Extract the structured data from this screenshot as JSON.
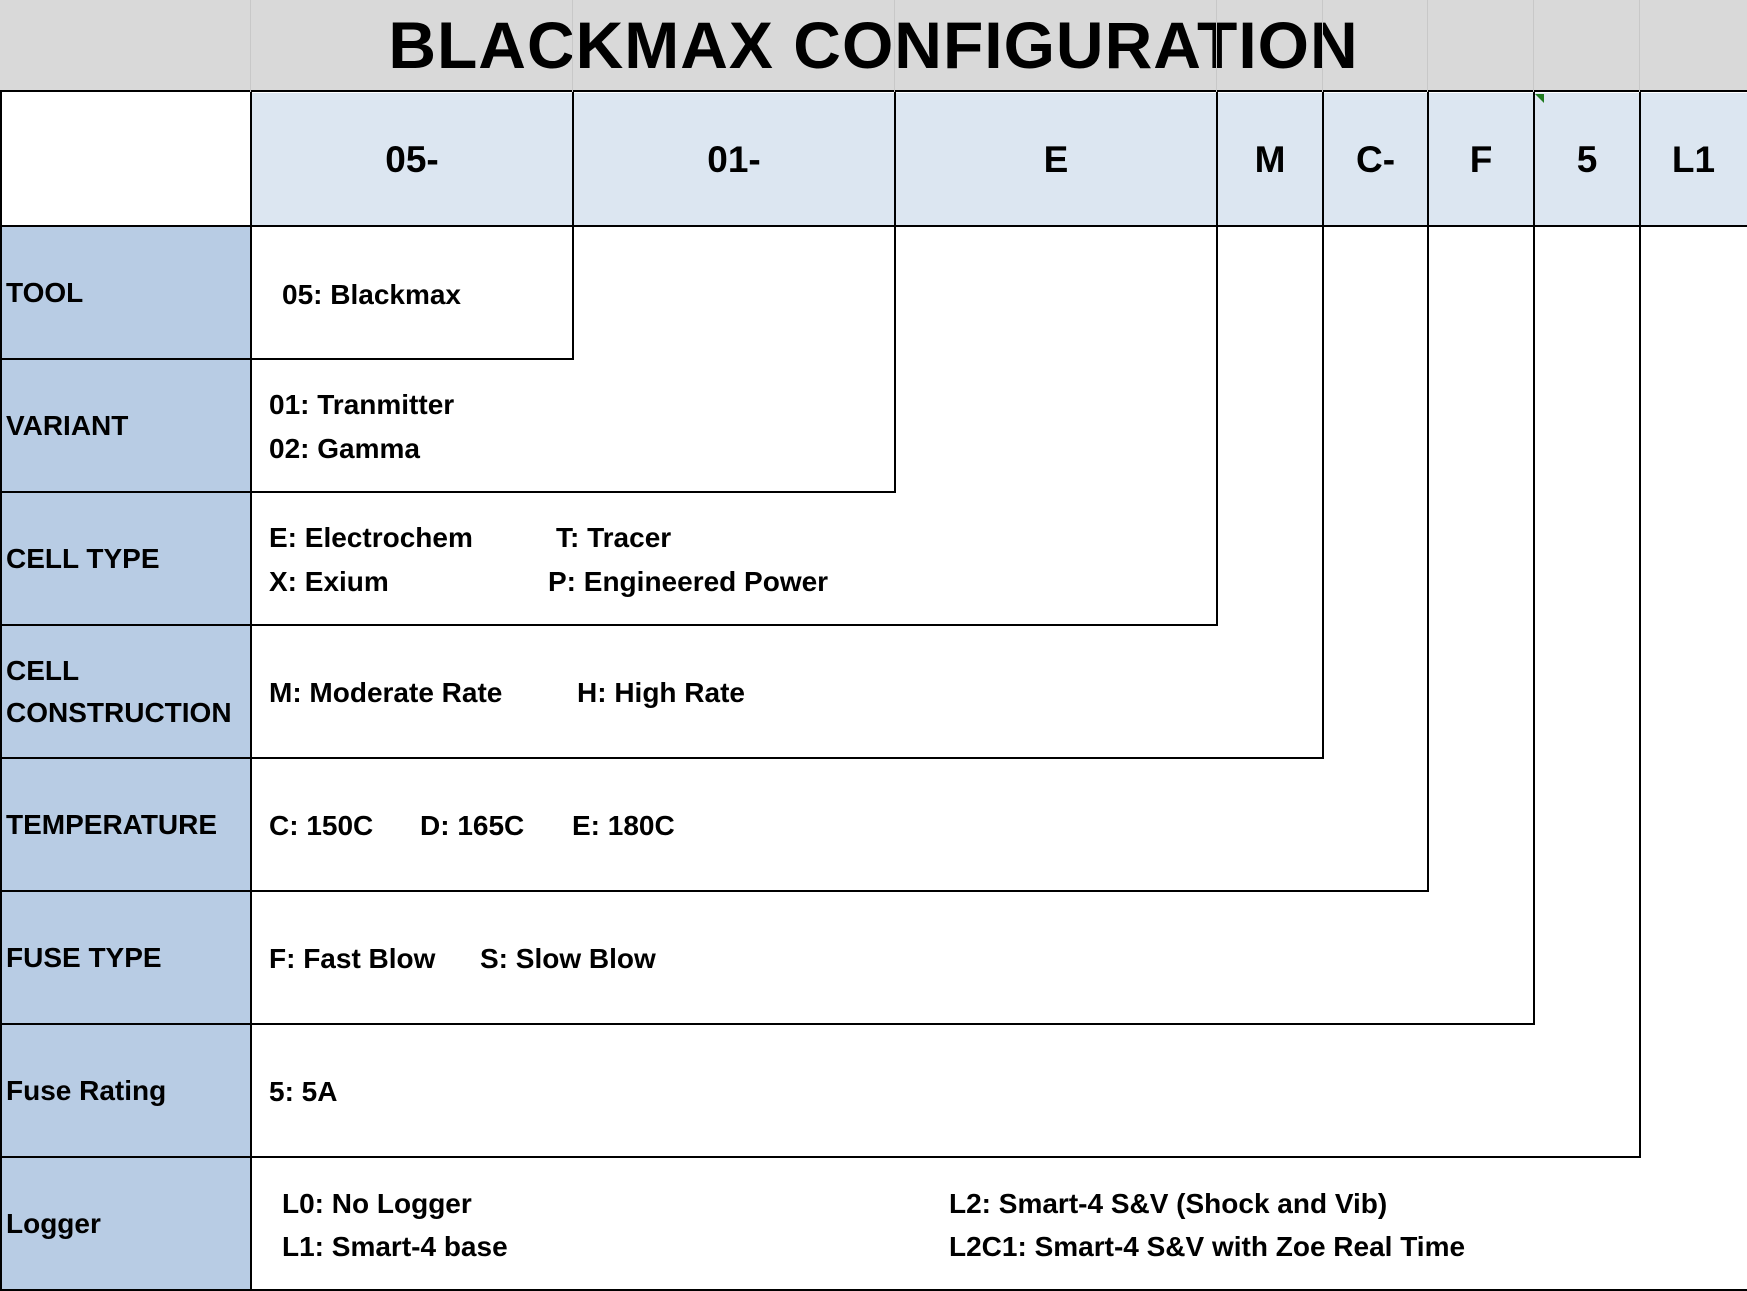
{
  "title": "BLACKMAX CONFIGURATION",
  "code_header": [
    "05-",
    "01-",
    "E",
    "M",
    "C-",
    "F",
    "5",
    "L1"
  ],
  "rows": [
    {
      "category": "TOOL",
      "options": [
        "05: Blackmax"
      ]
    },
    {
      "category": "VARIANT",
      "options": [
        "01:  Tranmitter",
        "02:  Gamma"
      ]
    },
    {
      "category": "CELL TYPE",
      "options": [
        "E: Electrochem",
        "T: Tracer",
        "X: Exium",
        "P: Engineered Power"
      ]
    },
    {
      "category_lines": [
        "CELL",
        "CONSTRUCTION"
      ],
      "options": [
        "M: Moderate Rate",
        "H: High Rate"
      ]
    },
    {
      "category": "TEMPERATURE",
      "options": [
        "C: 150C",
        "D: 165C",
        "E: 180C"
      ]
    },
    {
      "category": "FUSE TYPE",
      "options": [
        "F: Fast Blow",
        "S: Slow Blow"
      ]
    },
    {
      "category": "Fuse Rating",
      "options": [
        "5: 5A"
      ]
    },
    {
      "category": "Logger",
      "options": [
        "L0: No Logger",
        "L1: Smart-4 base",
        "L2: Smart-4 S&V (Shock and Vib)",
        "L2C1: Smart-4 S&V with  Zoe Real Time"
      ]
    }
  ],
  "colors": {
    "title_bg": "#d9d9d9",
    "code_header_bg": "#dce6f1",
    "category_bg": "#b8cce4",
    "grid_line": "#000000"
  }
}
